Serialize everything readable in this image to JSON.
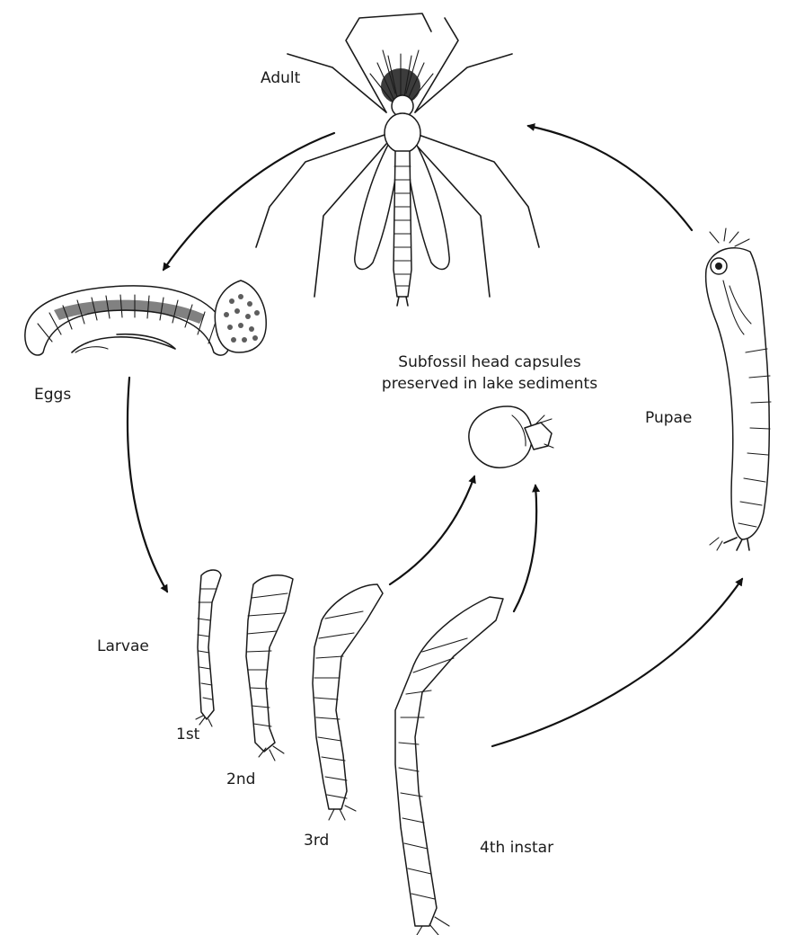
{
  "diagram": {
    "labels": {
      "adult": "Adult",
      "eggs": "Eggs",
      "pupae": "Pupae",
      "larvae": "Larvae",
      "subfossil_line1": "Subfossil head capsules",
      "subfossil_line2": "preserved in lake sediments",
      "instar_1": "1st",
      "instar_2": "2nd",
      "instar_3": "3rd",
      "instar_4": "4th instar"
    },
    "colors": {
      "ink": "#1a1a1a",
      "background": "#ffffff"
    }
  }
}
